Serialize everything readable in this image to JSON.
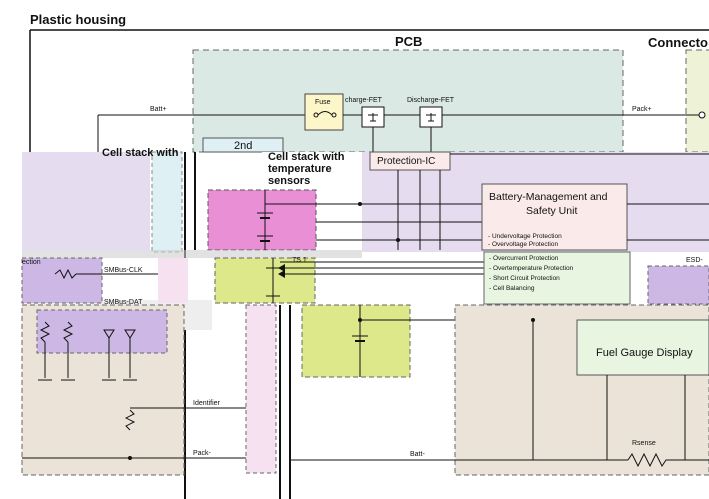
{
  "labels": {
    "housing": "Plastic housing",
    "pcb": "PCB",
    "connector": "Connecto",
    "fuse": "Fuse",
    "charge_fet": "charge-FET",
    "discharge_fet": "Discharge-FET",
    "batt_plus": "Batt+",
    "pack_plus": "Pack+",
    "second": "2nd",
    "cell_stack_left": "Cell stack with",
    "cell_stack_1": "Cell stack with",
    "cell_stack_2": "temperature",
    "cell_stack_3": "sensors",
    "protection_ic": "Protection-IC",
    "bms_1": "Battery-Management and",
    "bms_2": "Safety Unit",
    "ts1": "TS 1",
    "smbus_clk": "SMBus-CLK",
    "smbus_dat": "SMBus-DAT",
    "ection": "ection",
    "esd": "ESD-",
    "fuel_gauge": "Fuel Gauge Display",
    "identifier": "Identifier",
    "pack_minus": "Pack-",
    "batt_minus": "Batt-",
    "rsense": "Rsense"
  },
  "bms_features": [
    "- Undervoltage Protection",
    "- Overvoltage Protection",
    "- Overcurrent Protection",
    "- Overtemperature Protection",
    "- Short Circuit Protection",
    "- Cell Balancing"
  ],
  "colors": {
    "pcb_fill": "#dbe9e4",
    "connector_fill": "#eef3d8",
    "fuse_fill": "#fdf6c8",
    "bms_fill": "#fbeaea",
    "protection_fill": "#fbeaea",
    "cell_magenta": "#e98fd6",
    "cell_lime": "#dce88a",
    "lavender": "#e6dcef",
    "lavender_dark": "#cdb8e5",
    "beige": "#ece3d8",
    "lightblue": "#dff0f5",
    "pink": "#f5e1f0",
    "mint": "#e8f5e1"
  }
}
